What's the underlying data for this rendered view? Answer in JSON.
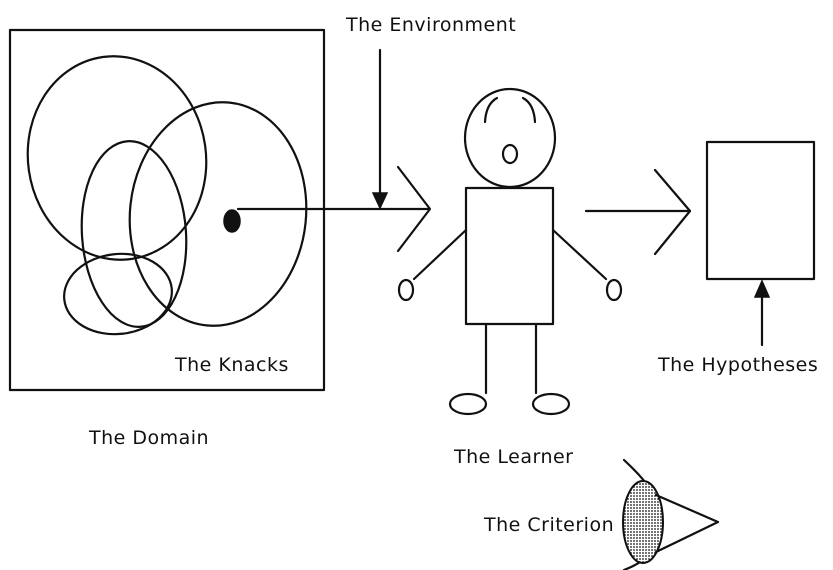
{
  "labels": {
    "environment": "The Environment",
    "knacks": "The Knacks",
    "domain": "The Domain",
    "learner": "The Learner",
    "hypotheses": "The Hypotheses",
    "criterion": "The Criterion"
  },
  "colors": {
    "ink": "#111111",
    "background": "#ffffff",
    "iris_fill": "#888888"
  }
}
